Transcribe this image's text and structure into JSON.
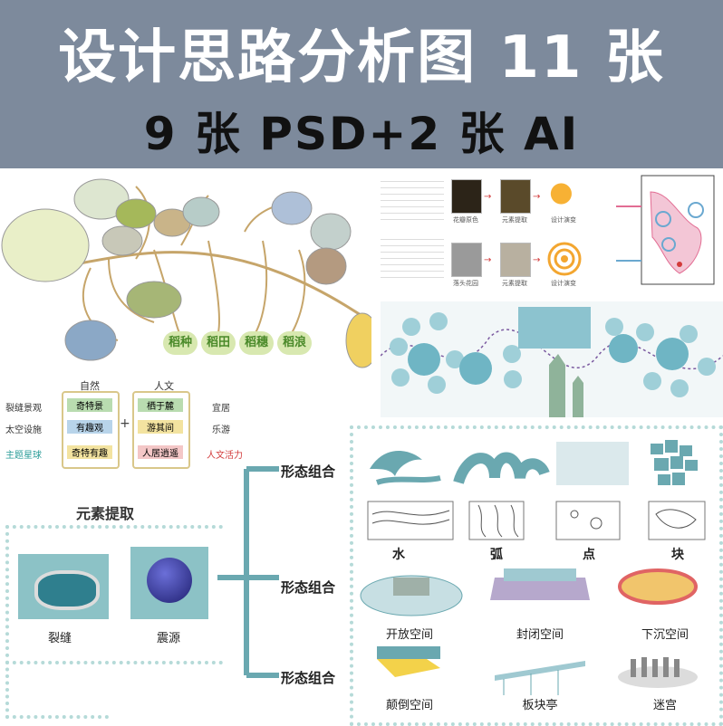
{
  "banner": {
    "title": "设计思路分析图 11 张",
    "subtitle": "9 张 PSD+2 张 AI",
    "background": "#7d8a9c"
  },
  "mindmap": {
    "pills": [
      "稻种",
      "稻田",
      "稻穗",
      "稻浪"
    ]
  },
  "fish_panel": {
    "caption1": "花瓣原色",
    "caption2": "元素提取",
    "caption3": "设计演变",
    "caption4": "落头花园",
    "caption5": "元素提取",
    "caption6": "设计演变"
  },
  "nature_culture": {
    "head_left": "自然",
    "head_right": "人文",
    "left_items": [
      "奇特景",
      "有趣观",
      "奇特有趣"
    ],
    "right_items": [
      "栖于麓",
      "游其间",
      "人居逍遥"
    ],
    "left_labels": [
      "裂缝景观",
      "太空设施",
      "主题星球"
    ],
    "right_labels": [
      "宜居",
      "乐游",
      "人文活力"
    ],
    "plus": "+"
  },
  "elements": {
    "title": "元素提取",
    "items": [
      "裂缝",
      "震源"
    ]
  },
  "tree": {
    "labels": [
      "形态组合",
      "形态组合",
      "形态组合"
    ]
  },
  "forms": {
    "row1": [
      "水",
      "弧",
      "点",
      "块"
    ],
    "row2": [
      "开放空间",
      "封闭空间",
      "下沉空间"
    ],
    "row3": [
      "颠倒空间",
      "板块亭",
      "迷宫"
    ]
  },
  "colors": {
    "accent_teal": "#6aa8b0",
    "green_tag": "#b9dcb0",
    "blue_tag": "#b8d4ea",
    "yellow_tag": "#f3e3a0",
    "pink_tag": "#f4c7c7",
    "red_label": "#d23a3a",
    "teal_label": "#2a9c98"
  }
}
